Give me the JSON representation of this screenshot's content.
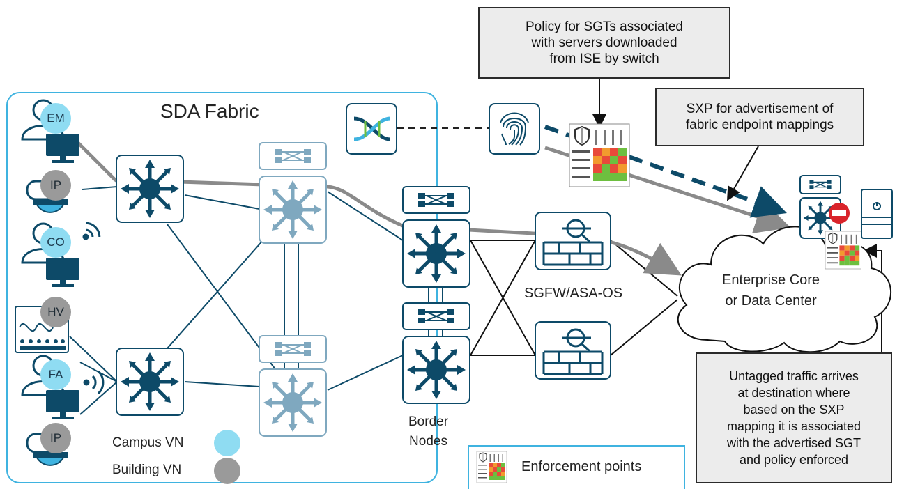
{
  "fabric": {
    "title": "SDA Fabric"
  },
  "endpoints": [
    {
      "label": "EM",
      "vn": "campus"
    },
    {
      "label": "IP",
      "vn": "building"
    },
    {
      "label": "CO",
      "vn": "campus"
    },
    {
      "label": "HV",
      "vn": "building"
    },
    {
      "label": "FA",
      "vn": "campus"
    },
    {
      "label": "IP",
      "vn": "building"
    }
  ],
  "legend": {
    "campus": "Campus VN",
    "building": "Building VN"
  },
  "labels": {
    "border_nodes": "Border\nNodes",
    "sgfw": "SGFW/ASA-OS",
    "cloud": "Enterprise Core\nor Data Center",
    "enforcement": "Enforcement points"
  },
  "callouts": {
    "policy": "Policy for SGTs associated\nwith servers downloaded\nfrom ISE by switch",
    "sxp": "SXP for advertisement of\nfabric endpoint mappings",
    "untagged": "Untagged traffic arrives\nat destination where\nbased on the SXP\nmapping it is associated\nwith the advertised SGT\nand policy enforced"
  },
  "colors": {
    "node_dark": "#0d4a68",
    "node_light": "#7fa8bf",
    "fabric_border": "#3fb3e0",
    "campus_vn": "#8fdcf2",
    "building_vn": "#9a9a9a",
    "deny": "#d9242b"
  },
  "icons": [
    "user-icon",
    "camera-icon",
    "wifi-icon",
    "monitor-device-icon",
    "dna-center-icon",
    "fingerprint-icon",
    "switch-icon",
    "router-icon",
    "firewall-icon",
    "cloud-icon",
    "server-icon",
    "deny-icon",
    "policy-matrix-icon"
  ]
}
